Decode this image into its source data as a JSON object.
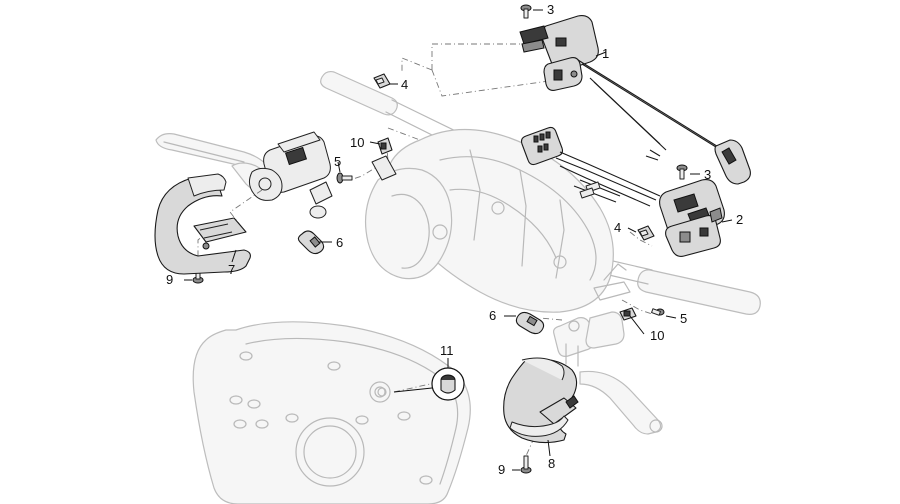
{
  "callouts": {
    "c1": "1",
    "c2": "2",
    "c3a": "3",
    "c3b": "3",
    "c4a": "4",
    "c4b": "4",
    "c5a": "5",
    "c5b": "5",
    "c6a": "6",
    "c6b": "6",
    "c7": "7",
    "c8": "8",
    "c9a": "9",
    "c9b": "9",
    "c10a": "10",
    "c10b": "10",
    "c11": "11"
  }
}
